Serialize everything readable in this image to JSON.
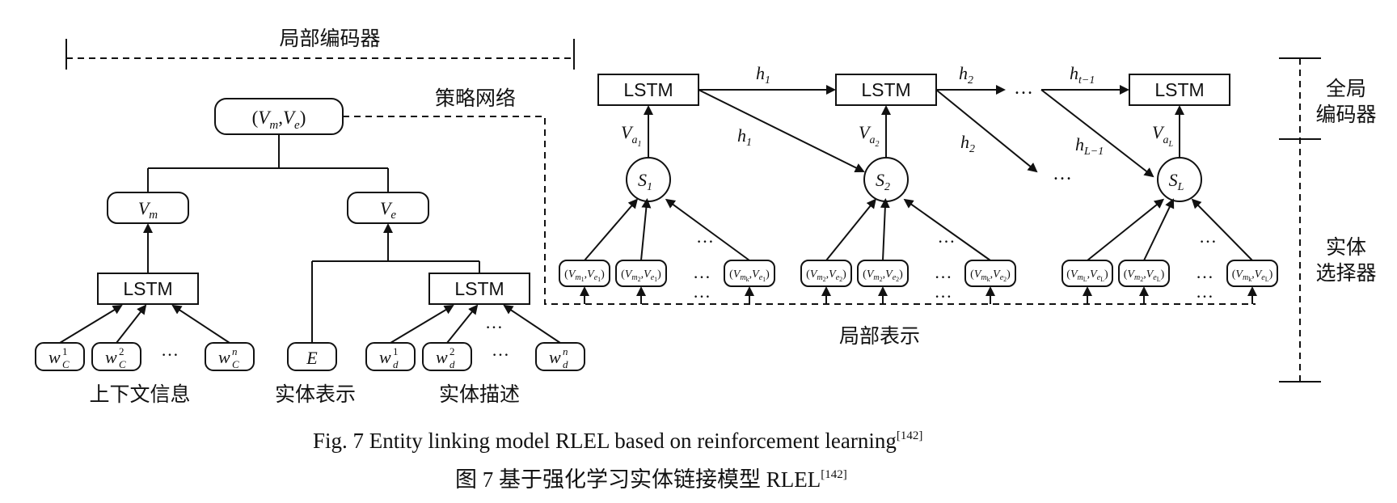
{
  "left": {
    "local_encoder_label": "局部编码器",
    "policy_network_label": "策略网络",
    "combo_node": {
      "open": "(",
      "a": "V",
      "a_sub": "m",
      "comma": ",",
      "b": "V",
      "b_sub": "e",
      "close": ")"
    },
    "vm_node": {
      "base": "V",
      "sub": "m"
    },
    "ve_node": {
      "base": "V",
      "sub": "e"
    },
    "lstm_label": "LSTM",
    "context_words": [
      {
        "base": "w",
        "sub": "C",
        "sup": "1"
      },
      {
        "base": "w",
        "sub": "C",
        "sup": "2"
      },
      {
        "base": "w",
        "sub": "C",
        "sup": "n"
      }
    ],
    "entity_node": "E",
    "desc_words": [
      {
        "base": "w",
        "sub": "d",
        "sup": "1"
      },
      {
        "base": "w",
        "sub": "d",
        "sup": "2"
      },
      {
        "base": "w",
        "sub": "d",
        "sup": "n"
      }
    ],
    "ellipsis": "…",
    "context_info_label": "上下文信息",
    "entity_repr_label": "实体表示",
    "entity_desc_label": "实体描述"
  },
  "right": {
    "lstm_label": "LSTM",
    "hidden_h1": {
      "base": "h",
      "sub": "1"
    },
    "hidden_h2": {
      "base": "h",
      "sub": "2"
    },
    "hidden_hl1": {
      "base": "h",
      "sub": "L−1"
    },
    "hidden_ht1": {
      "base": "h",
      "sub": "t−1"
    },
    "ellipsis": "…",
    "va1": {
      "base": "V",
      "sub": "a",
      "subsub": "1"
    },
    "va2": {
      "base": "V",
      "sub": "a",
      "subsub": "2"
    },
    "val": {
      "base": "V",
      "sub": "a",
      "subsub": "L"
    },
    "s1": {
      "base": "S",
      "sub": "1"
    },
    "s2": {
      "base": "S",
      "sub": "2"
    },
    "sl": {
      "base": "S",
      "sub": "L"
    },
    "pairs_group1": [
      "1",
      "1",
      "2",
      "1",
      "k",
      "1"
    ],
    "pairs_group2": [
      "2",
      "2",
      "2",
      "2",
      "k",
      "2"
    ],
    "pairs_groupL": [
      "L",
      "L",
      "2",
      "L",
      "k",
      "L"
    ],
    "global_encoder_label_1": "全局",
    "global_encoder_label_2": "编码器",
    "entity_selector_label_1": "实体",
    "entity_selector_label_2": "选择器",
    "local_repr_label": "局部表示"
  },
  "caption": {
    "en": "Fig. 7   Entity linking model RLEL based on reinforcement learning",
    "en_ref": "[142]",
    "zh": "图 7   基于强化学习实体链接模型 RLEL",
    "zh_ref": "[142]"
  }
}
